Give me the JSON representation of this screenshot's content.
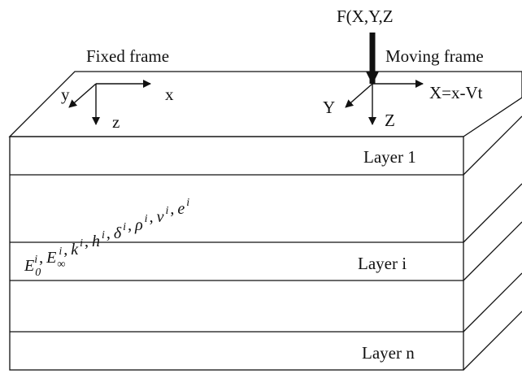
{
  "colors": {
    "ink": "#111111",
    "background": "#ffffff"
  },
  "force": {
    "label": "F(X,Y,Z"
  },
  "fixed_frame": {
    "label": "Fixed frame",
    "axis_x": "x",
    "axis_y": "y",
    "axis_z": "z"
  },
  "moving_frame": {
    "label": "Moving frame",
    "axis_x": "X=x-Vt",
    "axis_y": "Y",
    "axis_z": "Z"
  },
  "layers": {
    "layer_1": "Layer 1",
    "layer_i": "Layer i",
    "layer_n": "Layer n",
    "properties": [
      {
        "base": "E",
        "sub": "0",
        "sup": "i"
      },
      {
        "base": "E",
        "sub": "∞",
        "sup": "i"
      },
      {
        "base": "k",
        "sub": "",
        "sup": "i"
      },
      {
        "base": "h",
        "sub": "",
        "sup": "i"
      },
      {
        "base": "δ",
        "sub": "",
        "sup": "i"
      },
      {
        "base": "ρ",
        "sub": "",
        "sup": "i"
      },
      {
        "base": "ν",
        "sub": "",
        "sup": "i"
      },
      {
        "base": "e",
        "sub": "",
        "sup": "i"
      }
    ]
  }
}
